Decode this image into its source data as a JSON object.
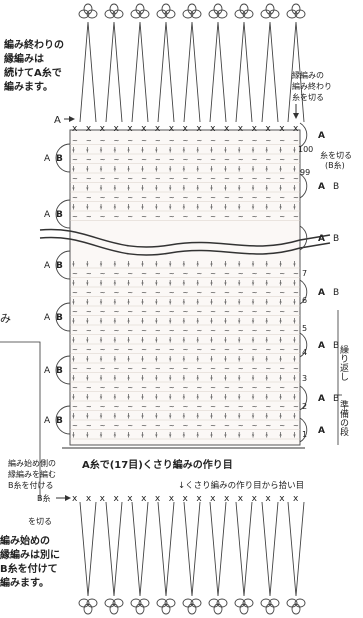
{
  "notes": {
    "top_left": [
      "編み終わりの",
      "縁編みは",
      "続けてA糸で",
      "編みます。"
    ],
    "top_right": [
      "縁編みの",
      "編み終わり",
      "糸を切る"
    ],
    "bottom_left_small": [
      "編み始め側の",
      "縁編みを編む",
      "B糸を付ける"
    ],
    "bottom_left_big": [
      "編み始めの",
      "縁編みは別に",
      "B糸を付けて",
      "編みます。"
    ],
    "bottom_b_cut": [
      "B糸",
      "を切る"
    ],
    "row100_cut": [
      "糸を切る",
      "(B糸)"
    ],
    "chain_label": "A糸で(17目)くさり編みの作り目",
    "pickup_label": "↓くさり編みの作り目から拾い目",
    "left_edge_char": "み",
    "repeat_label": "繰り返し",
    "prep_label": "準備の段"
  },
  "rows": {
    "top": [
      "100",
      "99"
    ],
    "bottom": [
      "7",
      "6",
      "5",
      "4",
      "3",
      "2",
      "1"
    ]
  },
  "yarn_labels": {
    "A": "A",
    "B": "B"
  },
  "colors": {
    "line": "#333333",
    "grid": "#d8cfc8",
    "text": "#222222"
  },
  "chart": {
    "columns": 17,
    "stitch_types": [
      "x",
      "~",
      "T",
      "o"
    ]
  }
}
